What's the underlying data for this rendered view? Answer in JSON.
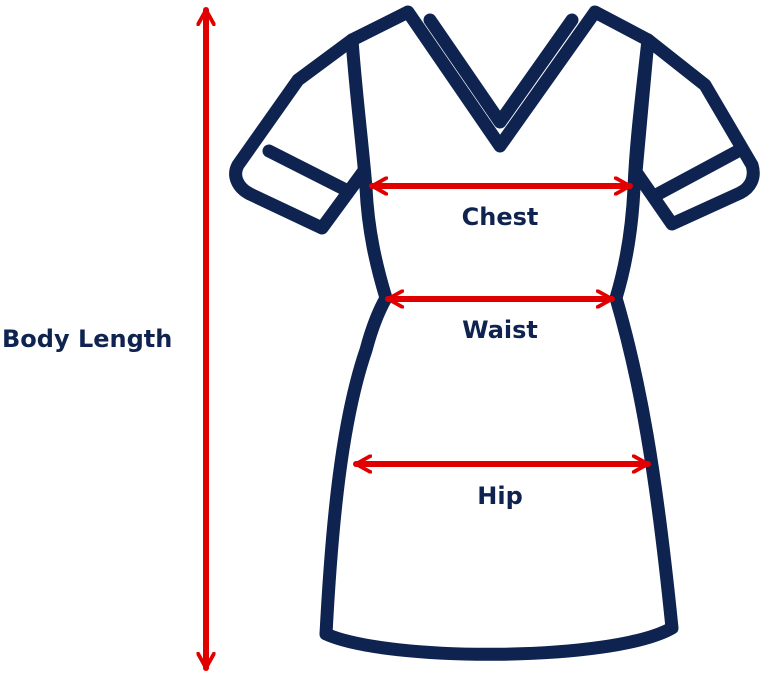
{
  "labels": {
    "body_length": "Body Length",
    "chest": "Chest",
    "waist": "Waist",
    "hip": "Hip"
  },
  "colors": {
    "outline": "#0e2350",
    "arrow": "#e00000",
    "fill": "#ffffff"
  },
  "icons": {
    "garment": "dress-icon"
  }
}
